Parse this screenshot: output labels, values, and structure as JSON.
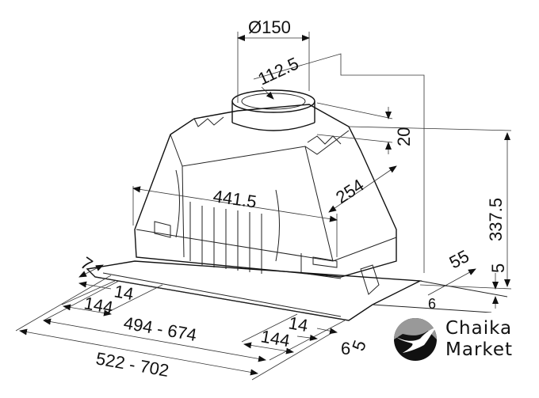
{
  "dimensions": {
    "duct_diameter": "Ø150",
    "duct_offset": "112.5",
    "collar_height": "20",
    "height": "337.5",
    "width_inner": "441.5",
    "depth_inner": "254",
    "side_offset": "55",
    "flange_thickness": "5",
    "front_edge": "7",
    "left_14": "14",
    "left_144": "144",
    "cutout_width": "494 - 674",
    "overall_width": "522 - 702",
    "right_14": "14",
    "right_144": "144",
    "right_6": "6",
    "right_5": "5",
    "side_6": "6"
  },
  "logo": {
    "line1": "Chaika",
    "line2": "Market"
  }
}
